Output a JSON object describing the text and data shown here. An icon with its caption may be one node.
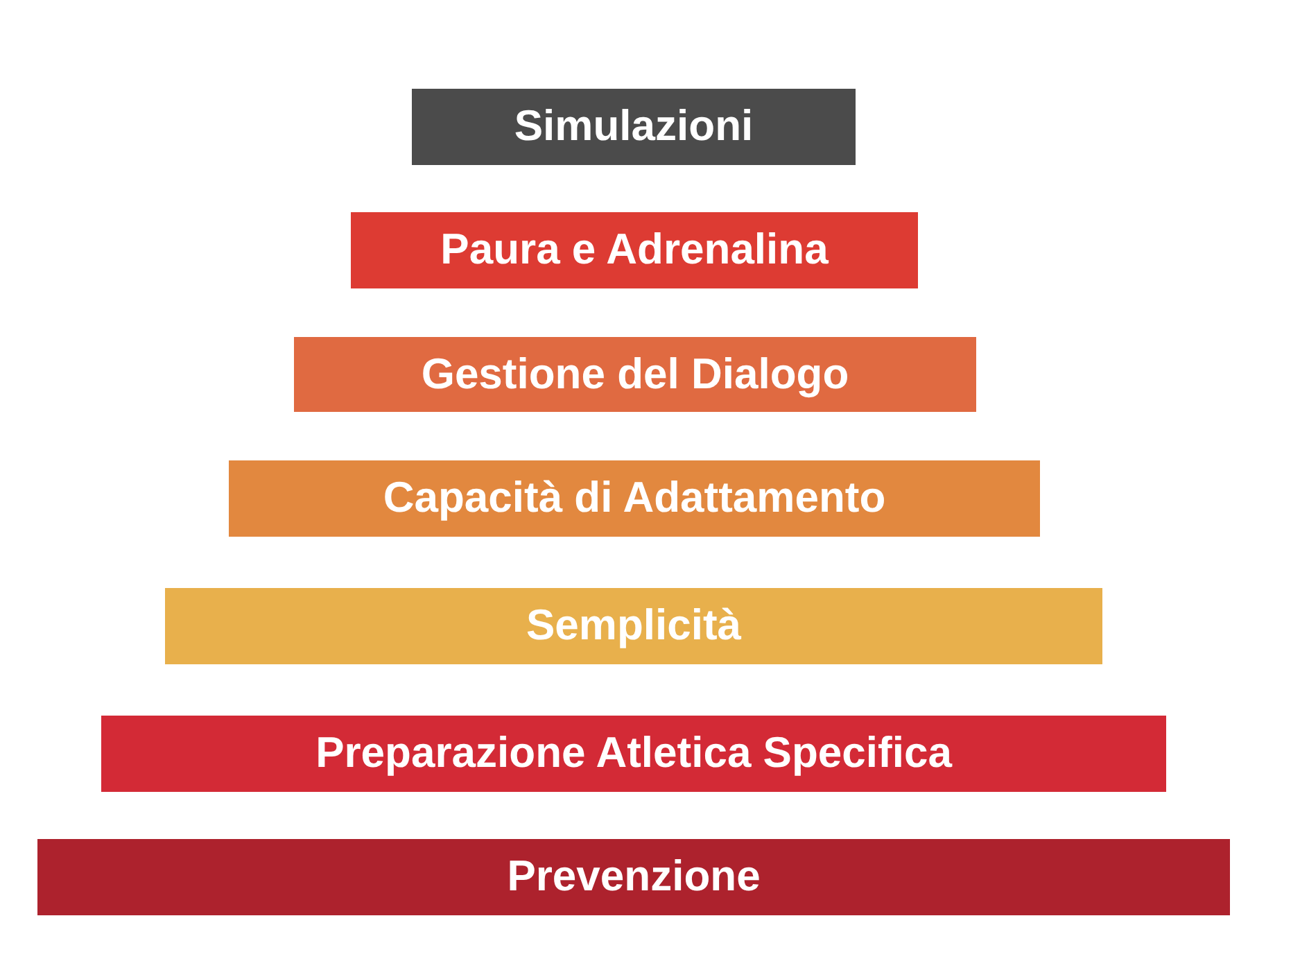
{
  "diagram": {
    "nodes": [
      {
        "text": [
          "Simulazioni"
        ]
      },
      {
        "text": [
          "Paura e Adrenalina"
        ]
      },
      {
        "text": [
          "Gestione del Dialogo"
        ]
      },
      {
        "text": [
          "Capacità di Adattamento"
        ]
      },
      {
        "text": [
          "Semplicità"
        ]
      },
      {
        "text": [
          "Preparazione Atletica Specifica"
        ]
      },
      {
        "text": [
          "Prevenzione"
        ]
      }
    ],
    "edges": []
  }
}
